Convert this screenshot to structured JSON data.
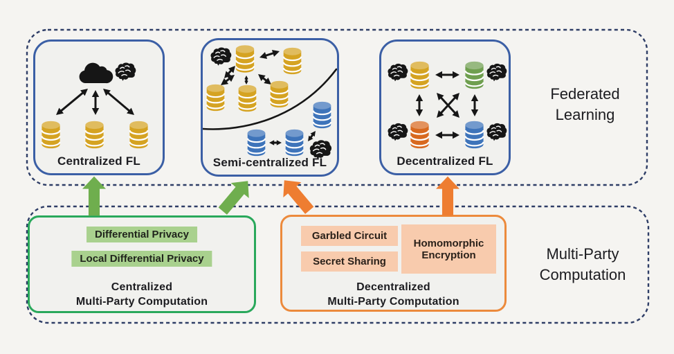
{
  "colors": {
    "page_bg": "#f5f4f1",
    "panel_bg": "#f1f1ee",
    "panel_border": "#3b5fa5",
    "outer_dash": "#2e3d66",
    "green_border": "#29a85b",
    "green_chip": "#a9d18e",
    "orange_border": "#ec8a3c",
    "orange_chip": "#f8cbad",
    "green_arrow": "#6fae4e",
    "orange_arrow": "#ee7d31",
    "db_gold": "#d5a322",
    "db_blue": "#3e74ba",
    "db_green": "#6f9f4f",
    "db_orange": "#d8691f",
    "ink": "#161616",
    "text": "#1c1c20"
  },
  "sections": {
    "federated_learning": {
      "label_lines": [
        "Federated",
        "Learning"
      ]
    },
    "multi_party_computation": {
      "label_lines": [
        "Multi-Party",
        "Computation"
      ]
    }
  },
  "panels": {
    "centralized": {
      "label": "Centralized FL"
    },
    "semi_centralized": {
      "label": "Semi-centralized FL"
    },
    "decentralized": {
      "label": "Decentralized FL"
    }
  },
  "mpc": {
    "centralized": {
      "chips": [
        "Differential Privacy",
        "Local Differential Privacy"
      ],
      "caption_lines": [
        "Centralized",
        "Multi-Party Computation"
      ]
    },
    "decentralized": {
      "chips": [
        "Garbled Circuit",
        "Secret Sharing",
        "Homomorphic Encryption"
      ],
      "caption_lines": [
        "Decentralized",
        "Multi-Party Computation"
      ]
    }
  }
}
